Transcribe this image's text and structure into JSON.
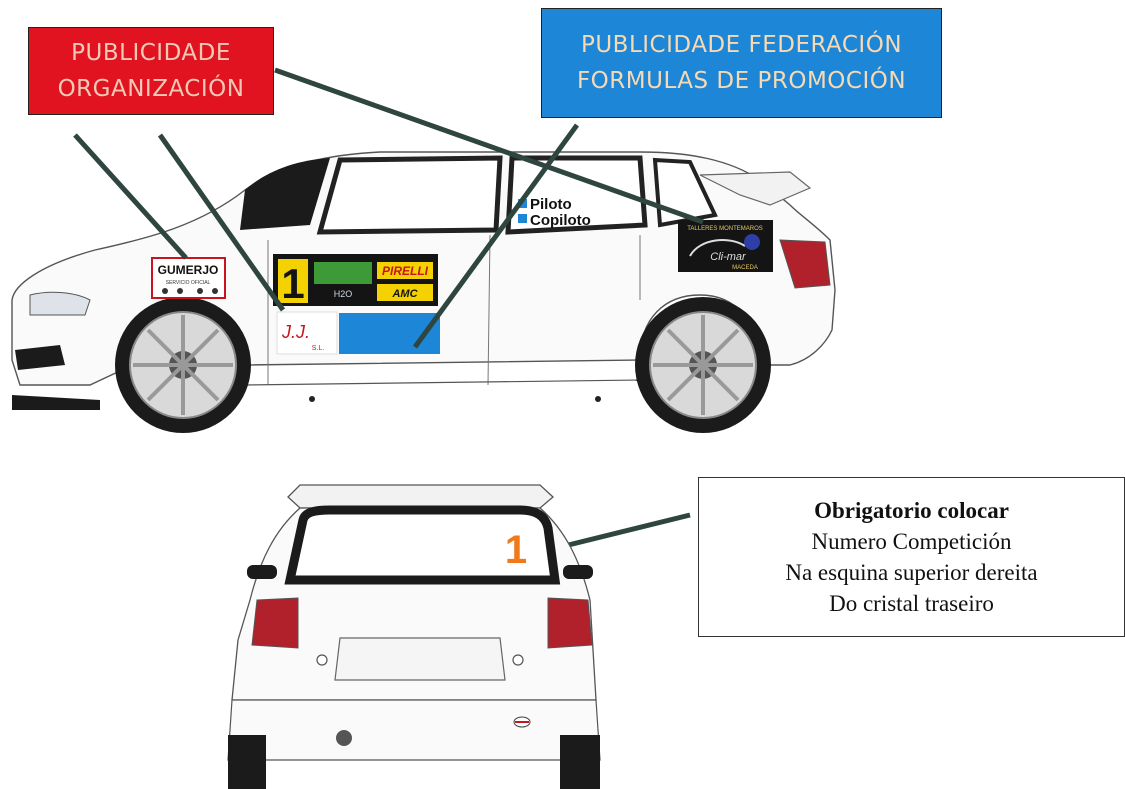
{
  "labels": {
    "organization_line1": "PUBLICIDADE",
    "organization_line2": "ORGANIZACIÓN",
    "federation_line1": "PUBLICIDADE FEDERACIÓN",
    "federation_line2": "FORMULAS DE PROMOCIÓN"
  },
  "crew": {
    "driver": "Piloto",
    "codriver": "Copiloto"
  },
  "stickers": {
    "gumerjo": "GUMERJO",
    "gumerjo_sub": "SERVICIO OFICIAL",
    "competition_number": "1",
    "pirelli": "PIRELLI",
    "amc": "AMC",
    "h2o": "H2O",
    "talleres_top": "TALLERES MONTEMAROS",
    "talleres_brand": "Cli-mar",
    "talleres_sub": "MACEDA",
    "js_logo": "J.J.",
    "js_sub": "S.L."
  },
  "note": {
    "title": "Obrigatorio colocar",
    "line1": "Numero Competición",
    "line2": "Na esquina superior dereita",
    "line3": "Do cristal traseiro"
  },
  "rear_number": "1",
  "colors": {
    "organization_red": "#e11321",
    "federation_blue": "#1d86d6",
    "number_yellow": "#f4d100",
    "rear_number_orange": "#f07a1a",
    "taillight_red": "#b0212b"
  }
}
